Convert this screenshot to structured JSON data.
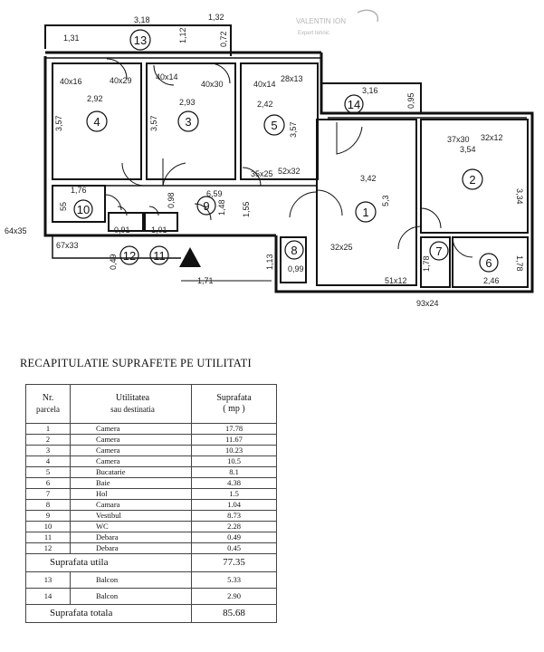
{
  "stamp": {
    "line1": "VALENTIN ION",
    "line2": "Expert tehnic"
  },
  "plan": {
    "dims": [
      {
        "id": "d-318",
        "t": "3,18"
      },
      {
        "id": "d-132",
        "t": "1,32"
      },
      {
        "id": "d-131",
        "t": "1,31"
      },
      {
        "id": "d-112",
        "t": "1,12"
      },
      {
        "id": "d-072",
        "t": "0,72"
      },
      {
        "id": "d-40x16",
        "t": "40x16"
      },
      {
        "id": "d-40x29",
        "t": "40x29"
      },
      {
        "id": "d-40x14a",
        "t": "40x14"
      },
      {
        "id": "d-40x30",
        "t": "40x30"
      },
      {
        "id": "d-40x14b",
        "t": "40x14"
      },
      {
        "id": "d-28x13",
        "t": "28x13"
      },
      {
        "id": "d-316",
        "t": "3,16"
      },
      {
        "id": "d-095",
        "t": "0,95"
      },
      {
        "id": "d-292",
        "t": "2,92"
      },
      {
        "id": "d-293",
        "t": "2,93"
      },
      {
        "id": "d-242",
        "t": "2,42"
      },
      {
        "id": "d-357a",
        "t": "3,57"
      },
      {
        "id": "d-357b",
        "t": "3,57"
      },
      {
        "id": "d-357c",
        "t": "3,57"
      },
      {
        "id": "d-37x30",
        "t": "37x30"
      },
      {
        "id": "d-32x12",
        "t": "32x12"
      },
      {
        "id": "d-354",
        "t": "3,54"
      },
      {
        "id": "d-334",
        "t": "3,34"
      },
      {
        "id": "d-342",
        "t": "3,42"
      },
      {
        "id": "d-53",
        "t": "5,3"
      },
      {
        "id": "d-35x25",
        "t": "35x25"
      },
      {
        "id": "d-52x32",
        "t": "52x32"
      },
      {
        "id": "d-176",
        "t": "1,76"
      },
      {
        "id": "d-55",
        "t": "55"
      },
      {
        "id": "d-098",
        "t": "0,98"
      },
      {
        "id": "d-659",
        "t": "6,59"
      },
      {
        "id": "d-148",
        "t": "1,48"
      },
      {
        "id": "d-155",
        "t": "1,55"
      },
      {
        "id": "d-091",
        "t": "0,91"
      },
      {
        "id": "d-101",
        "t": "1,01"
      },
      {
        "id": "d-64x35",
        "t": "64x35"
      },
      {
        "id": "d-67x33",
        "t": "67x33"
      },
      {
        "id": "d-049",
        "t": "0,49"
      },
      {
        "id": "d-171",
        "t": "1,71"
      },
      {
        "id": "d-113",
        "t": "1,13"
      },
      {
        "id": "d-099",
        "t": "0,99"
      },
      {
        "id": "d-32x25",
        "t": "32x25"
      },
      {
        "id": "d-178a",
        "t": "1,78"
      },
      {
        "id": "d-178b",
        "t": "1,78"
      },
      {
        "id": "d-246",
        "t": "2,46"
      },
      {
        "id": "d-51x12",
        "t": "51x12"
      },
      {
        "id": "d-93x24",
        "t": "93x24"
      }
    ],
    "rooms": [
      "1",
      "2",
      "3",
      "4",
      "5",
      "6",
      "7",
      "8",
      "9",
      "10",
      "11",
      "12",
      "13",
      "14"
    ]
  },
  "recap": {
    "title": "RECAPITULATIE SUPRAFETE PE UTILITATI",
    "header": {
      "nr": "Nr.",
      "nr_sub": "parcela",
      "util": "Utilitatea",
      "util_sub": "sau destinatia",
      "supr": "Suprafata",
      "supr_sub": "( mp )"
    },
    "rows": [
      {
        "nr": "1",
        "name": "Camera",
        "area": "17.78"
      },
      {
        "nr": "2",
        "name": "Camera",
        "area": "11.67"
      },
      {
        "nr": "3",
        "name": "Camera",
        "area": "10.23"
      },
      {
        "nr": "4",
        "name": "Camera",
        "area": "10.5"
      },
      {
        "nr": "5",
        "name": "Bucatarie",
        "area": "8.1"
      },
      {
        "nr": "6",
        "name": "Baie",
        "area": "4.38"
      },
      {
        "nr": "7",
        "name": "Hol",
        "area": "1.5"
      },
      {
        "nr": "8",
        "name": "Camara",
        "area": "1.04"
      },
      {
        "nr": "9",
        "name": "Vestibul",
        "area": "8.73"
      },
      {
        "nr": "10",
        "name": "WC",
        "area": "2.28"
      },
      {
        "nr": "11",
        "name": "Debara",
        "area": "0.49"
      },
      {
        "nr": "12",
        "name": "Debara",
        "area": "0.45"
      }
    ],
    "util_label": "Suprafata utila",
    "util_total": "77.35",
    "balcony_rows": [
      {
        "nr": "13",
        "name": "Balcon",
        "area": "5.33"
      },
      {
        "nr": "14",
        "name": "Balcon",
        "area": "2.90"
      }
    ],
    "total_label": "Suprafata totala",
    "total_value": "85.68"
  }
}
